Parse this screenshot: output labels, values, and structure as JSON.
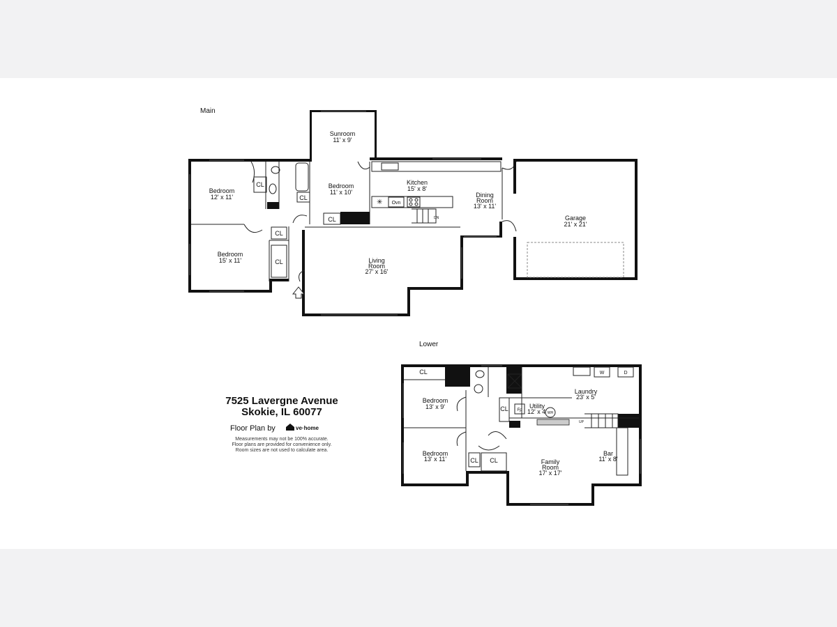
{
  "sections": {
    "main": "Main",
    "lower": "Lower"
  },
  "main_rooms": {
    "sunroom": {
      "name": "Sunroom",
      "dims": "11' x 9'"
    },
    "bedroom1": {
      "name": "Bedroom",
      "dims": "12' x 11'"
    },
    "bedroom2": {
      "name": "Bedroom",
      "dims": "11' x 10'"
    },
    "bedroom3": {
      "name": "Bedroom",
      "dims": "15' x 11'"
    },
    "kitchen": {
      "name": "Kitchen",
      "dims": "15' x 8'"
    },
    "dining": {
      "name1": "Dining",
      "name2": "Room",
      "dims": "13' x 11'"
    },
    "garage": {
      "name": "Garage",
      "dims": "21' x 21'"
    },
    "living": {
      "name1": "Living",
      "name2": "Room",
      "dims": "27' x 16'"
    }
  },
  "lower_rooms": {
    "bedroom1": {
      "name": "Bedroom",
      "dims": "13' x 9'"
    },
    "bedroom2": {
      "name": "Bedroom",
      "dims": "13' x 11'"
    },
    "utility": {
      "name": "Utility",
      "dims": "12' x 4'"
    },
    "laundry": {
      "name": "Laundry",
      "dims": "23' x 5'"
    },
    "family": {
      "name1": "Family",
      "name2": "Room",
      "dims": "17' x 17'"
    },
    "bar": {
      "name": "Bar",
      "dims": "11' x 8'"
    }
  },
  "fixtures": {
    "closet": "CL",
    "oven": "Ovn",
    "fireplace": "Fp",
    "water_heater": "WH",
    "washer": "W",
    "dryer": "D",
    "dn": "DN",
    "up": "UP"
  },
  "address": {
    "line1": "7525 Lavergne Avenue",
    "line2": "Skokie, IL 60077"
  },
  "floorplan_by": "Floor Plan by",
  "brand": "ve·home",
  "disclaimer": [
    "Measurements may not be 100% accurate.",
    "Floor plans are provided for convenience only.",
    "Room sizes are not used to calculate area."
  ]
}
